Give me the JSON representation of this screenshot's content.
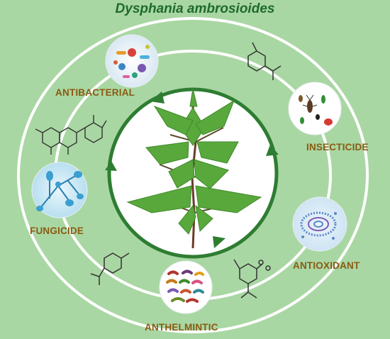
{
  "title": "Dysphania ambrosioides",
  "activities": [
    {
      "label": "ANTIBACTERIAL",
      "icon": "bacteria-icon"
    },
    {
      "label": "INSECTICIDE",
      "icon": "insects-icon"
    },
    {
      "label": "ANTIOXIDANT",
      "icon": "cell-icon"
    },
    {
      "label": "ANTHELMINTIC",
      "icon": "worms-icon"
    },
    {
      "label": "FUNGICIDE",
      "icon": "fungi-icon"
    }
  ],
  "center_image": "plant-icon",
  "colors": {
    "background": "#a9d7a3",
    "ring": "#ffffff",
    "cycle_arrow": "#2e7d32",
    "title": "#1f6a2f",
    "label": "#8a5a12"
  }
}
